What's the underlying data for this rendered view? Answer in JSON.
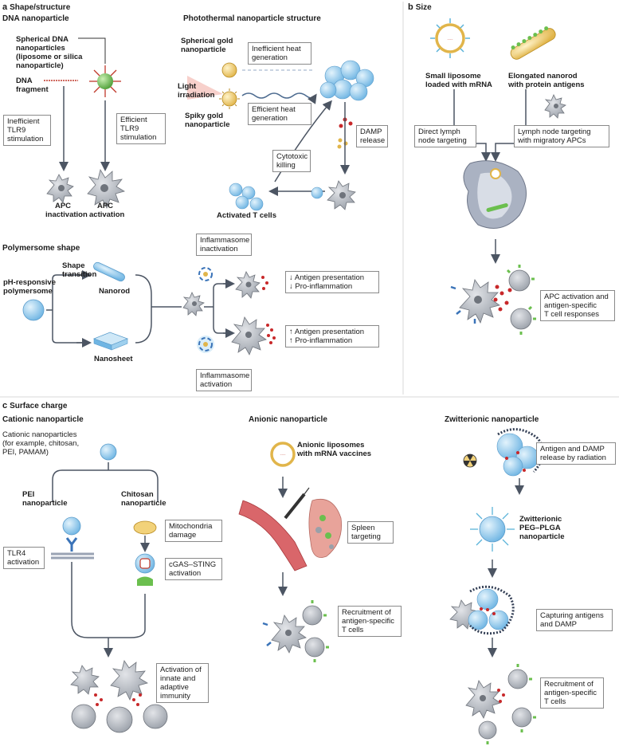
{
  "panel_a": {
    "letter": "a",
    "title": "Shape/structure",
    "dna": {
      "title": "DNA nanoparticle",
      "spherical_label": "Spherical DNA\nnanoparticles\n(liposome or silica\nnanoparticle)",
      "fragment_label": "DNA\nfragment",
      "inefficient_box": "Inefficient\nTLR9\nstimulation",
      "efficient_box": "Efficient\nTLR9\nstimulation",
      "apc_inactivation": "APC\ninactivation",
      "apc_activation": "APC\nactivation"
    },
    "photothermal": {
      "title": "Photothermal nanoparticle structure",
      "spherical_gold": "Spherical gold\nnanoparticle",
      "light": "Light\nirradiation",
      "spiky_gold": "Spiky gold\nnanoparticle",
      "inefficient_heat": "Inefficient heat\ngeneration",
      "efficient_heat": "Efficient heat\ngeneration",
      "damp_release": "DAMP\nrelease",
      "cytotoxic": "Cytotoxic\nkilling",
      "activated_t": "Activated T cells"
    },
    "polymersome": {
      "title": "Polymersome shape",
      "ph_label": "pH-responsive\npolymersome",
      "shape_transition": "Shape\ntransition",
      "nanorod": "Nanorod",
      "nanosheet": "Nanosheet",
      "inflam_inact": "Inflammasome\ninactivation",
      "inflam_act": "Inflammasome\nactivation",
      "down_box": "↓ Antigen presentation\n↓ Pro-inflammation",
      "up_box": "↑ Antigen presentation\n↑ Pro-inflammation"
    }
  },
  "panel_b": {
    "letter": "b",
    "title": "Size",
    "small_liposome": "Small liposome\nloaded with mRNA",
    "elongated": "Elongated nanorod\nwith protein antigens",
    "direct_lymph": "Direct lymph\nnode targeting",
    "lymph_migratory": "Lymph node targeting\nwith migratory APCs",
    "apc_box": "APC activation and\nantigen-specific\nT cell responses"
  },
  "panel_c": {
    "letter": "c",
    "title": "Surface charge",
    "cationic": {
      "title": "Cationic nanoparticle",
      "desc": "Cationic nanoparticles\n(for example, chitosan,\nPEI, PAMAM)",
      "pei": "PEI\nnanoparticle",
      "chitosan": "Chitosan\nnanoparticle",
      "tlr4": "TLR4\nactivation",
      "mito": "Mitochondria\ndamage",
      "cgas": "cGAS–STING\nactivation",
      "innate": "Activation of\ninnate and\nadaptive\nimmunity"
    },
    "anionic": {
      "title": "Anionic nanoparticle",
      "desc": "Anionic liposomes\nwith mRNA vaccines",
      "spleen": "Spleen\ntargeting",
      "recruit": "Recruitment of\nantigen-specific\nT cells"
    },
    "zwitterionic": {
      "title": "Zwitterionic nanoparticle",
      "release": "Antigen and DAMP\nrelease by radiation",
      "peg": "Zwitterionic\nPEG–PLGA\nnanoparticle",
      "capture": "Capturing antigens\nand DAMP",
      "recruit": "Recruitment of\nantigen-specific\nT cells"
    }
  },
  "colors": {
    "apc_gray": "#b8bcc4",
    "apc_dark": "#6f747c",
    "nano_blue": "#9fd0ee",
    "tumor_blue": "#a9d4f0",
    "gold": "#f2d27a",
    "dna_red": "#c0392b",
    "damp_red": "#c8282a",
    "nano_green": "#6bbf4e",
    "receptor_blue": "#3a73b8",
    "receptor_yellow": "#e9b43c",
    "vessel_red": "#d9666a",
    "spleen_pink": "#e8a39a",
    "lymph_gray": "#9aa3b4",
    "arrow": "#4c5563"
  }
}
